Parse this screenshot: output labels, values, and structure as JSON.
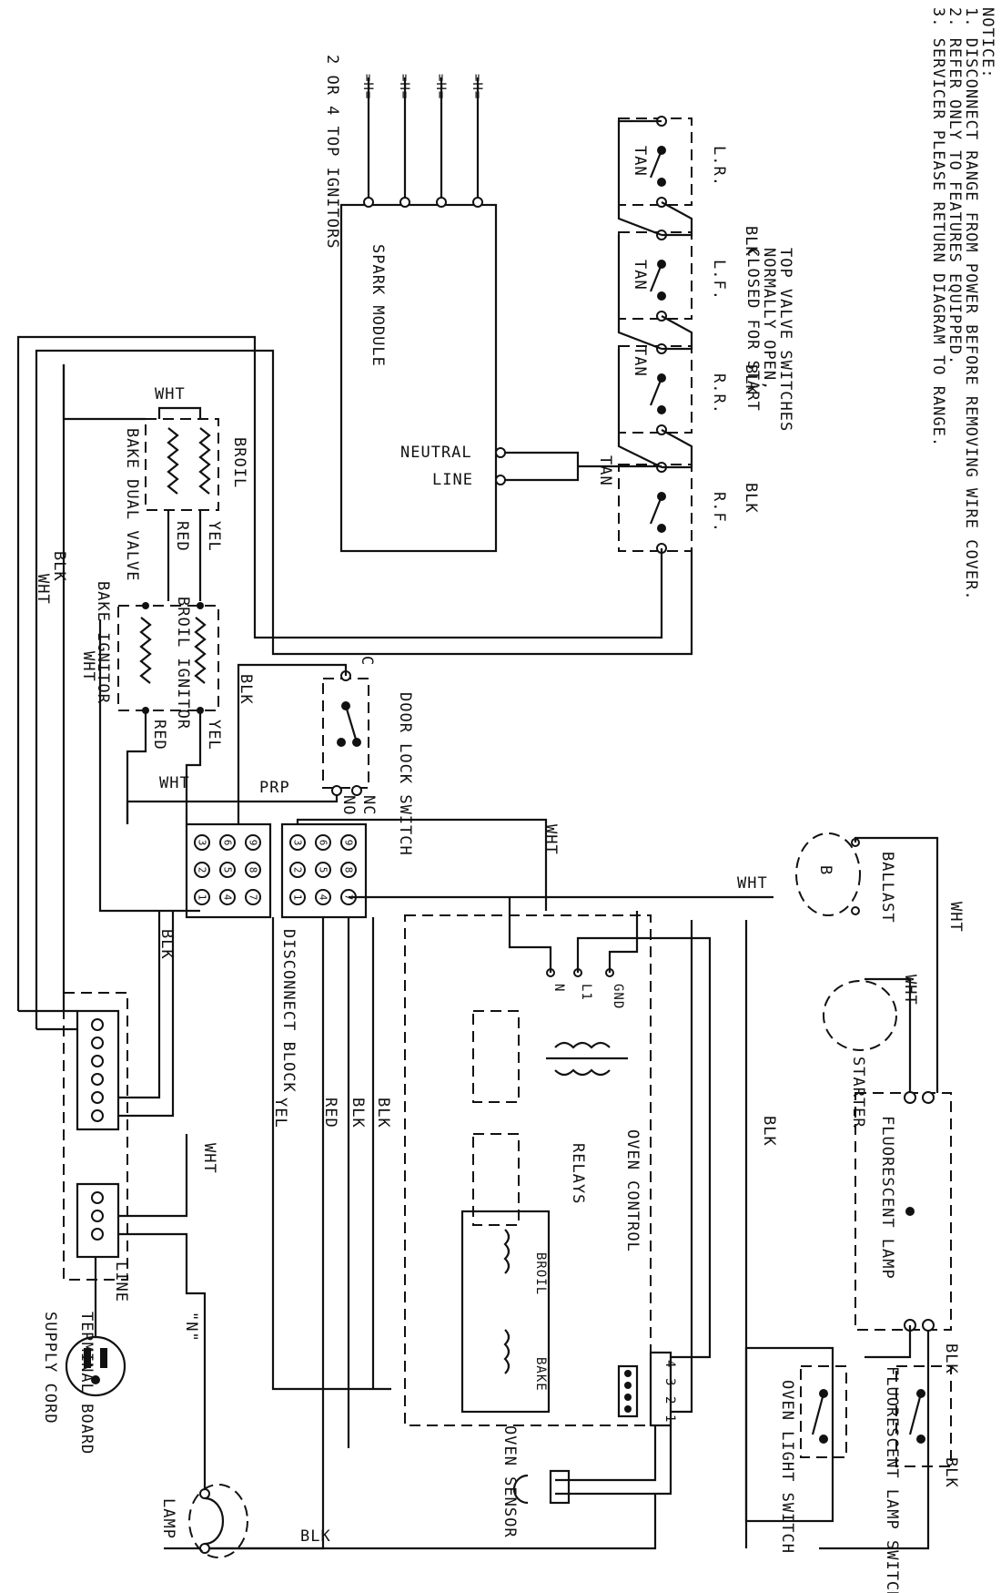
{
  "notice": {
    "heading": "NOTICE:",
    "line1": "1. DISCONNECT RANGE FROM POWER BEFORE REMOVING WIRE COVER.",
    "line2": "2. REFER ONLY TO FEATURES EQUIPPED.",
    "line3": "3. SERVICER PLEASE RETURN DIAGRAM TO RANGE."
  },
  "top_valve": {
    "line1": "TOP VALVE SWITCHES",
    "line2": "NORMALLY OPEN,",
    "line3": "CLOSED FOR START",
    "switches": [
      "L.R.",
      "L.F.",
      "R.R.",
      "R.F."
    ]
  },
  "components": {
    "ignitors": "2 OR 4 TOP IGNITORS",
    "spark_module": "SPARK MODULE",
    "neutral": "NEUTRAL",
    "line": "LINE",
    "broil": "BROIL",
    "bake_dual_valve": "BAKE DUAL VALVE",
    "broil_ignitor": "BROIL IGNITOR",
    "bake_ignitor": "BAKE IGNITOR",
    "door_lock_switch": "DOOR LOCK SWITCH",
    "c": "C",
    "nc": "NC",
    "no": "NO",
    "ballast": "BALLAST",
    "ballast_b": "B",
    "starter": "STARTER",
    "fluorescent_lamp": "FLUORESCENT LAMP",
    "fluorescent_lamp_switch": "FLUORESCENT LAMP SWITCH",
    "oven_light_switch": "OVEN LIGHT SWITCH",
    "disconnect_block": "DISCONNECT BLOCK",
    "oven_control": "OVEN CONTROL",
    "relays": "RELAYS",
    "relay_broil": "BROIL",
    "relay_bake": "BAKE",
    "oven_sensor": "OVEN SENSOR",
    "lamp": "LAMP",
    "terminal_board": "TERMINAL BOARD",
    "supply_cord": "SUPPLY CORD",
    "line_tb": "LINE",
    "n_quote": "\"N\"",
    "n": "N",
    "l1": "L1",
    "gnd": "GND",
    "ctrl_pins": [
      "4",
      "3",
      "2",
      "1"
    ]
  },
  "wires": {
    "tan": "TAN",
    "blk": "BLK",
    "wht": "WHT",
    "red": "RED",
    "yel": "YEL",
    "prp": "PRP"
  },
  "block_pins": {
    "left": [
      [
        "3",
        "2",
        "1"
      ],
      [
        "6",
        "5",
        "4"
      ],
      [
        "9",
        "8",
        "7"
      ]
    ],
    "right": [
      [
        "3",
        "2",
        "1"
      ],
      [
        "6",
        "5",
        "4"
      ],
      [
        "9",
        "8",
        "7"
      ]
    ]
  }
}
